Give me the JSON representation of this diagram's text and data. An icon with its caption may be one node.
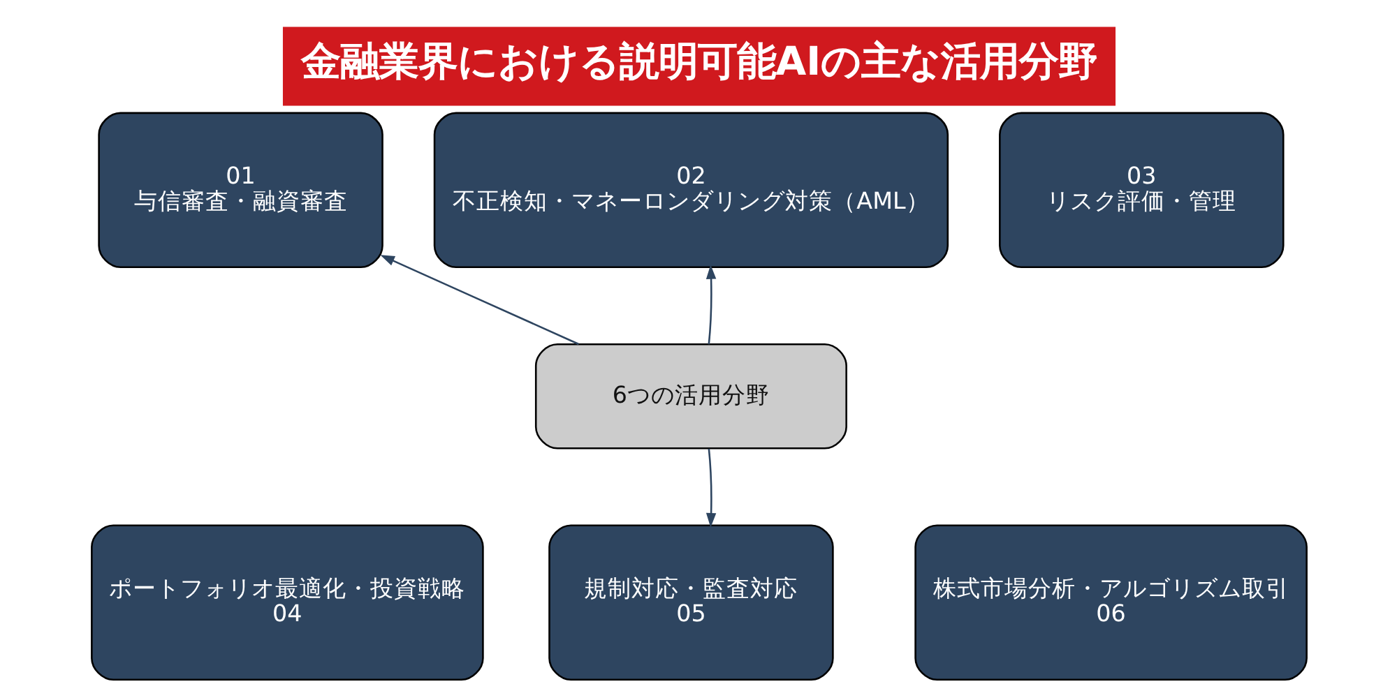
{
  "diagram": {
    "title": "金融業界における説明可能AIの主な活用分野",
    "nodes": [
      {
        "text": [
          "01",
          "与信審査・融資審査"
        ]
      },
      {
        "text": [
          "02",
          "不正検知・マネーロンダリング対策（AML）"
        ]
      },
      {
        "text": [
          "03",
          "リスク評価・管理"
        ]
      },
      {
        "text": [
          "6つの活用分野"
        ]
      },
      {
        "text": [
          "ポートフォリオ最適化・投資戦略",
          "04"
        ]
      },
      {
        "text": [
          "規制対応・監査対応",
          "05"
        ]
      },
      {
        "text": [
          "株式市場分析・アルゴリズム取引",
          "06"
        ]
      }
    ],
    "edges": [
      {
        "from": 3,
        "to": 0,
        "arrow": "to"
      },
      {
        "from": 3,
        "to": 1,
        "arrow": "to"
      },
      {
        "from": 3,
        "to": 5,
        "arrow": "to"
      }
    ]
  }
}
